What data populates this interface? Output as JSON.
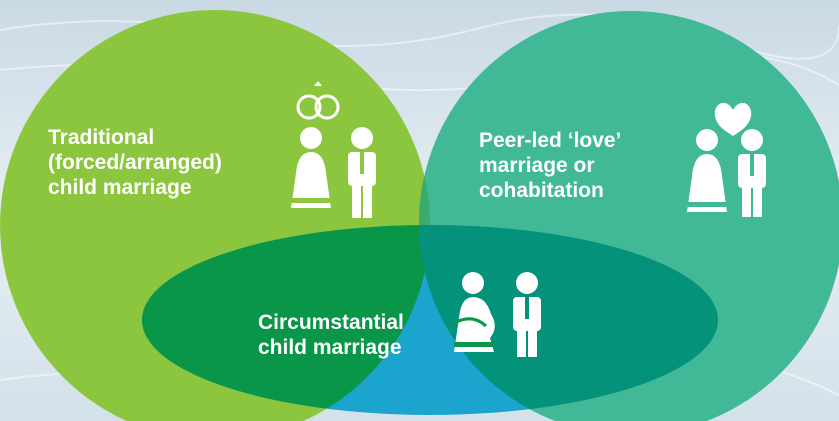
{
  "venn": {
    "sets": [
      {
        "id": "traditional",
        "lines": [
          "Traditional",
          "(forced/arranged)",
          "child marriage"
        ],
        "color": "#8cc63f",
        "icon": "couple-with-rings-icon"
      },
      {
        "id": "peer-led",
        "lines": [
          "Peer-led ‘love’",
          "marriage or",
          "cohabitation"
        ],
        "color": "#41b896",
        "icon": "couple-with-heart-icon"
      },
      {
        "id": "circumstantial",
        "lines": [
          "Circumstantial",
          "child marriage"
        ],
        "color": "#1ba5ce",
        "icon": "couple-pregnant-icon"
      }
    ],
    "overlap_colors": {
      "traditional_circumstantial": "#0a9648",
      "peer_circumstantial": "#05927a",
      "all_three": "#048a6a",
      "traditional_peer": "#3aab6b"
    },
    "background": "#dce7ef"
  }
}
